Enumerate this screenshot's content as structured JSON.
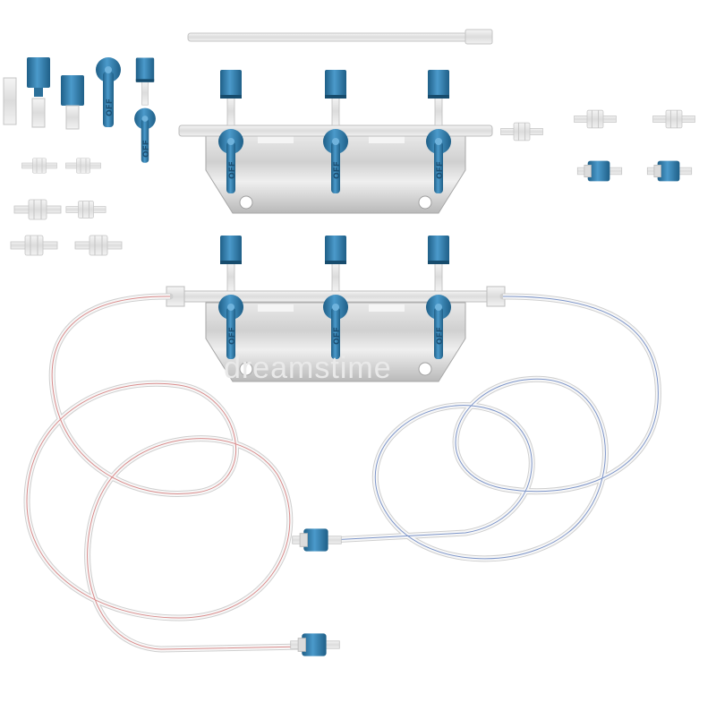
{
  "image": {
    "subject": "medical IV infusion manifold kit with three-way stopcocks, connectors and extension tubing",
    "colors": {
      "background": "#ffffff",
      "accent_blue": "#3a86b3",
      "dark_blue": "#1f5f87",
      "steel": "#c9c9c9",
      "tube_red_stripe": "#d98c8c",
      "tube_blue_stripe": "#7d95c9"
    },
    "stopcock_lever_label": "OFF",
    "watermark": "dreamstime",
    "icons": [
      "stopcock-icon",
      "connector-icon",
      "tube-icon",
      "manifold-plate-icon",
      "cap-icon"
    ]
  }
}
